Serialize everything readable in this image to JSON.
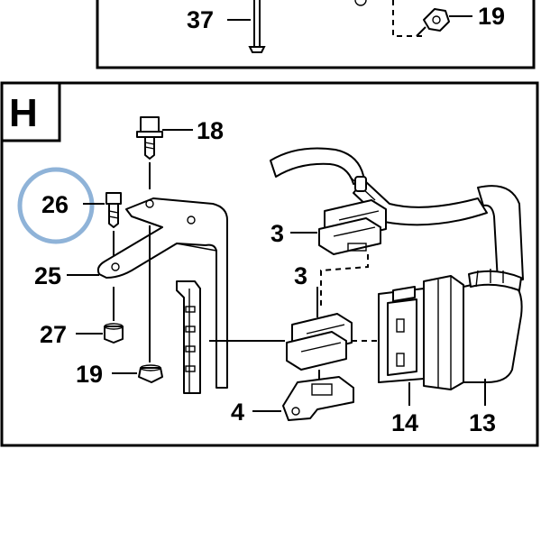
{
  "diagram": {
    "section_label": "H",
    "highlight_color": "#8fb3d8",
    "highlighted_part": "26",
    "callouts": {
      "c37": "37",
      "c19_top": "19",
      "c18": "18",
      "c26": "26",
      "c25": "25",
      "c27": "27",
      "c19": "19",
      "c3_upper": "3",
      "c3_lower": "3",
      "c4": "4",
      "c14": "14",
      "c13": "13"
    }
  }
}
